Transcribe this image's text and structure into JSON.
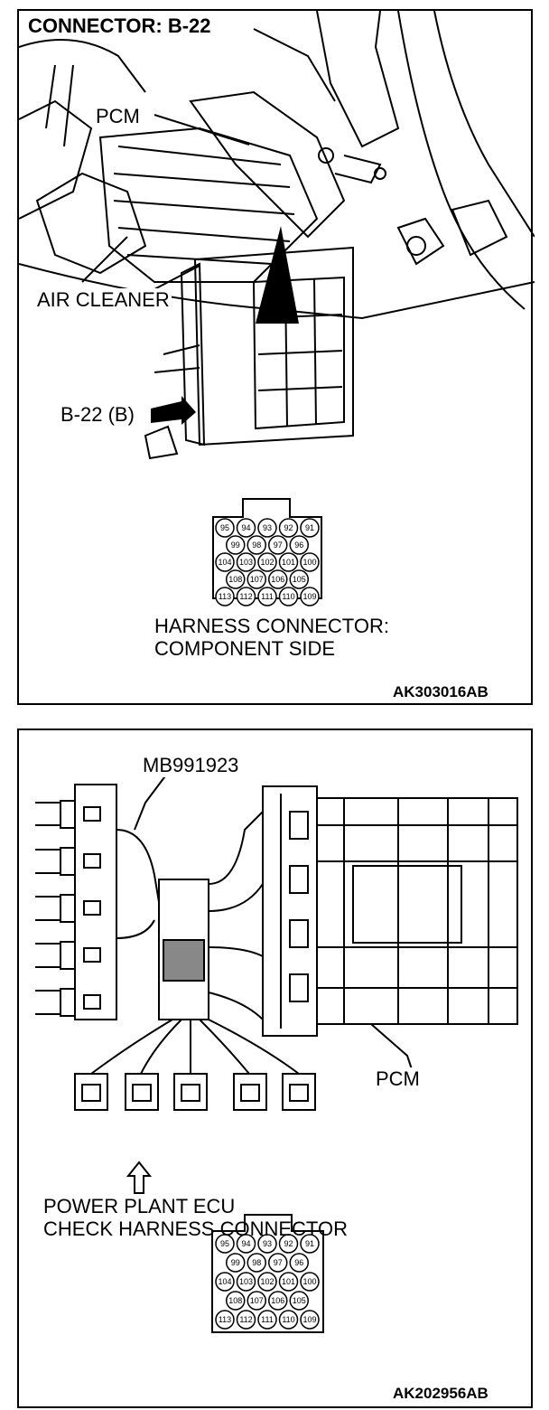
{
  "panel_top": {
    "title": "CONNECTOR: B-22",
    "pcm_label": "PCM",
    "air_cleaner_label": "AIR CLEANER",
    "connector_label": "B-22 (B)",
    "harness_line1": "HARNESS CONNECTOR:",
    "harness_line2": "COMPONENT SIDE",
    "code": "AK303016AB",
    "pins": [
      [
        "95",
        "94",
        "93",
        "92",
        "91"
      ],
      [
        "99",
        "98",
        "97",
        "96"
      ],
      [
        "104",
        "103",
        "102",
        "101",
        "100"
      ],
      [
        "108",
        "107",
        "106",
        "105"
      ],
      [
        "113",
        "112",
        "111",
        "110",
        "109"
      ]
    ]
  },
  "panel_bottom": {
    "tool_label": "MB991923",
    "pcm_label": "PCM",
    "ecu_line1": "POWER PLANT ECU",
    "ecu_line2": "CHECK HARNESS CONNECTOR",
    "code": "AK202956AB",
    "pins": [
      [
        "95",
        "94",
        "93",
        "92",
        "91"
      ],
      [
        "99",
        "98",
        "97",
        "96"
      ],
      [
        "104",
        "103",
        "102",
        "101",
        "100"
      ],
      [
        "108",
        "107",
        "106",
        "105"
      ],
      [
        "113",
        "112",
        "111",
        "110",
        "109"
      ]
    ]
  },
  "icons": {
    "arrow": "filled-arrow-icon",
    "up_arrow": "hollow-up-arrow-icon"
  }
}
